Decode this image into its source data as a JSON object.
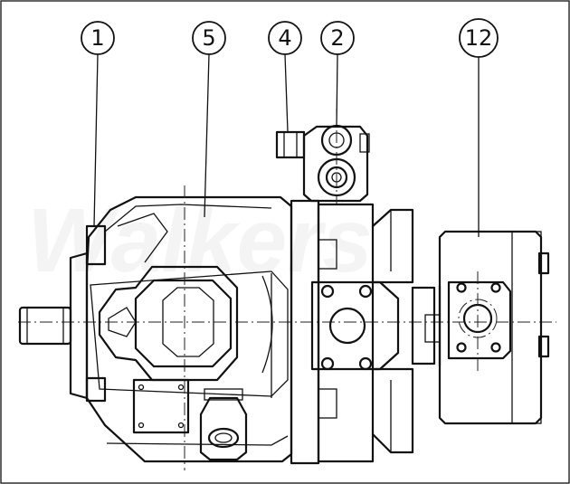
{
  "callouts": [
    {
      "label": "1"
    },
    {
      "label": "5"
    },
    {
      "label": "4"
    },
    {
      "label": "2"
    },
    {
      "label": "12"
    }
  ],
  "watermark": {
    "text": "Walkers"
  },
  "colors": {
    "line": "#111111",
    "background": "#ffffff"
  }
}
